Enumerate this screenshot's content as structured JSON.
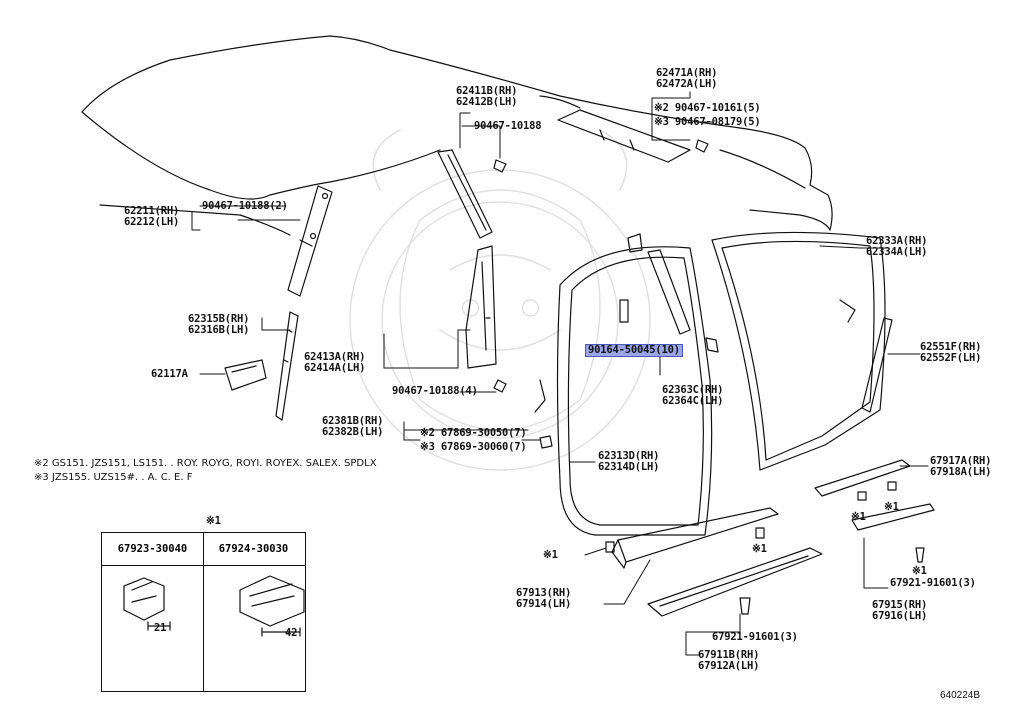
{
  "labels": {
    "p62471": [
      "62471A(RH)",
      "62472A(LH)"
    ],
    "p90467_10161": "※2 90467-10161(5)",
    "p90467_08179": "※3 90467-08179(5)",
    "p62411": [
      "62411B(RH)",
      "62412B(LH)"
    ],
    "p90467_10188_a": "90467-10188",
    "p62211": [
      "62211(RH)",
      "62212(LH)"
    ],
    "p90467_10188_b": "90467-10188(2)",
    "p62333": [
      "62333A(RH)",
      "62334A(LH)"
    ],
    "p62315": [
      "62315B(RH)",
      "62316B(LH)"
    ],
    "p62117": "62117A",
    "p62413": [
      "62413A(RH)",
      "62414A(LH)"
    ],
    "p90467_10188_c": "90467-10188(4)",
    "p90164": "90164-50045(10)",
    "p62363": [
      "62363C(RH)",
      "62364C(LH)"
    ],
    "p62551": [
      "62551F(RH)",
      "62552F(LH)"
    ],
    "p62381": [
      "62381B(RH)",
      "62382B(LH)"
    ],
    "p67869_50": "※2 67869-30050(7)",
    "p67869_60": "※3 67869-30060(7)",
    "p62313": [
      "62313D(RH)",
      "62314D(LH)"
    ],
    "p67917": [
      "67917A(RH)",
      "67918A(LH)"
    ],
    "p67913": [
      "67913(RH)",
      "67914(LH)"
    ],
    "p67921_a": "67921-91601(3)",
    "p67915": [
      "67915(RH)",
      "67916(LH)"
    ],
    "p67921_b": "67921-91601(3)",
    "p67911": [
      "67911B(RH)",
      "67912A(LH)"
    ],
    "star1_a": "※1",
    "star1_b": "※1",
    "star1_c": "※1",
    "star1_d": "※1",
    "star1_e": "※1"
  },
  "notes": {
    "note2": "※2 GS151. JZS151, LS151. . ROY. ROYG, ROYI. ROYEX. SALEX. SPDLX",
    "note3": "※3 JZS155. UZS15#. . A. C. E. F"
  },
  "clip_table": {
    "title": "※1",
    "col1": "67923-30040",
    "col2": "67924-30030",
    "dim1": "21",
    "dim2": "42"
  },
  "diagram_code": "640224B",
  "highlight_color": "#9aa6e6"
}
